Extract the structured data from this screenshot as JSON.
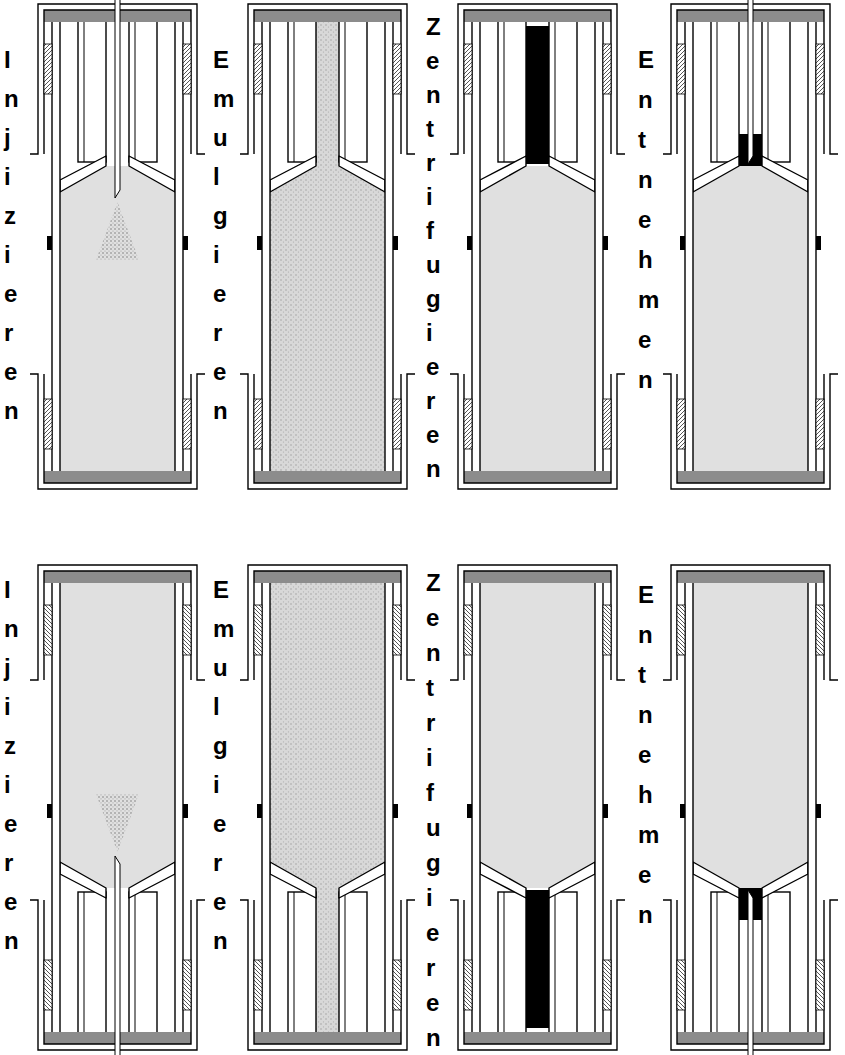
{
  "diagram": {
    "labels": [
      "Injizieren",
      "Emulgieren",
      "Zentrifugieren",
      "Entnehmen",
      "Injizieren",
      "Emulgieren",
      "Zentrifugieren",
      "Entnehmen"
    ]
  }
}
